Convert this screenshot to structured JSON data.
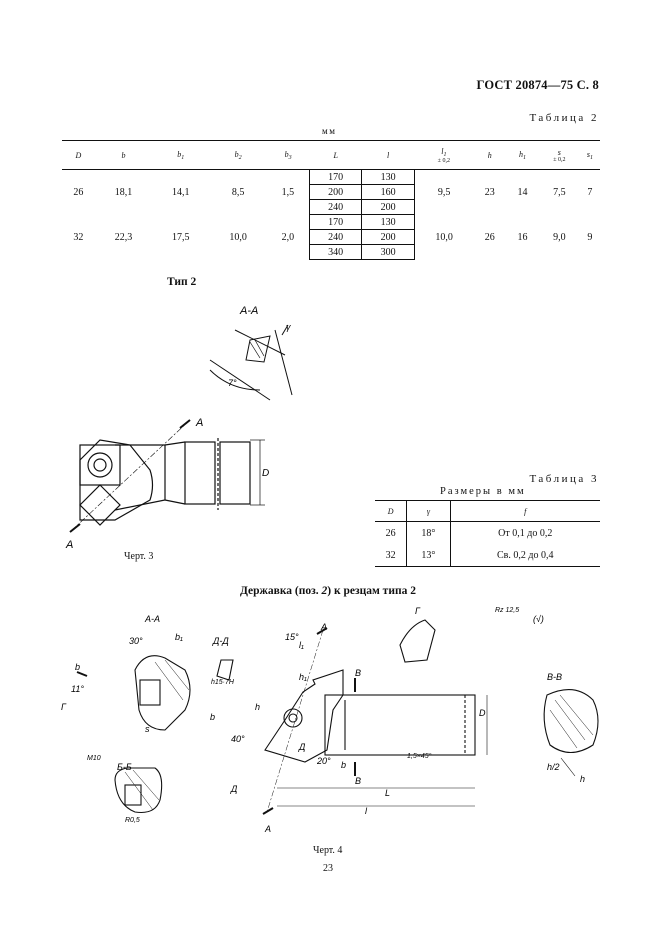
{
  "header": "ГОСТ 20874—75 С. 8",
  "table2": {
    "title": "Таблица 2",
    "units": "мм",
    "headers": [
      {
        "main": "D"
      },
      {
        "main": "b"
      },
      {
        "main": "b",
        "sub": "1"
      },
      {
        "main": "b",
        "sub": "2"
      },
      {
        "main": "b",
        "sub": "3"
      },
      {
        "main": "L"
      },
      {
        "main": "l"
      },
      {
        "main": "l",
        "sub": "1",
        "tol": "± 0,2"
      },
      {
        "main": "h"
      },
      {
        "main": "h",
        "sub": "1"
      },
      {
        "main": "s",
        "tol": "± 0,2"
      },
      {
        "main": "s",
        "sub": "1"
      }
    ],
    "groups": [
      {
        "D": "26",
        "b": "18,1",
        "b1": "14,1",
        "b2": "8,5",
        "b3": "1,5",
        "rows": [
          {
            "L": "170",
            "l": "130"
          },
          {
            "L": "200",
            "l": "160"
          },
          {
            "L": "240",
            "l": "200"
          }
        ],
        "l1": "9,5",
        "h": "23",
        "h1": "14",
        "s": "7,5",
        "s1": "7"
      },
      {
        "D": "32",
        "b": "22,3",
        "b1": "17,5",
        "b2": "10,0",
        "b3": "2,0",
        "rows": [
          {
            "L": "170",
            "l": "130"
          },
          {
            "L": "240",
            "l": "200"
          },
          {
            "L": "340",
            "l": "300"
          }
        ],
        "l1": "10,0",
        "h": "26",
        "h1": "16",
        "s": "9,0",
        "s1": "9"
      }
    ]
  },
  "type_label": "Тип 2",
  "fig3": {
    "section_label": "А-А",
    "cut_label": "А",
    "dim_D": "D",
    "angle_gamma": "γ",
    "angle_7": "7°",
    "caption": "Черт. 3"
  },
  "table3": {
    "title": "Таблица 3",
    "units": "Размеры в мм",
    "headers": [
      "D",
      "γ",
      "f"
    ],
    "rows": [
      {
        "D": "26",
        "gamma": "18°",
        "f": "От 0,1 до 0,2"
      },
      {
        "D": "32",
        "gamma": "13°",
        "f": "Св. 0,2 до 0,4"
      }
    ]
  },
  "section2": {
    "title_pre": "Державка (поз. ",
    "title_num": "2",
    "title_post": ") к резцам типа 2"
  },
  "fig4": {
    "caption": "Черт. 4",
    "labels": {
      "aa": "А-А",
      "dd": "Д-Д",
      "bb": "Б-Б",
      "g": "Г",
      "vv": "В-В",
      "rz": "Rz 12,5",
      "check": "(√)",
      "a": "А",
      "b": "b",
      "v": "В",
      "d": "Д",
      "g2": "Г",
      "ang30": "30°",
      "ang11": "11°",
      "ang15": "15°",
      "ang40": "40°",
      "ang20": "20°",
      "b1": "b₁",
      "l1": "l₁",
      "h1": "h₁",
      "s": "s",
      "h": "h",
      "h45": "h15·7H",
      "L": "L",
      "l": "l",
      "D": "D",
      "h2": "h/2",
      "cham": "1,5×45°",
      "r": "R0,5",
      "m": "M10"
    }
  },
  "page_number": "23"
}
